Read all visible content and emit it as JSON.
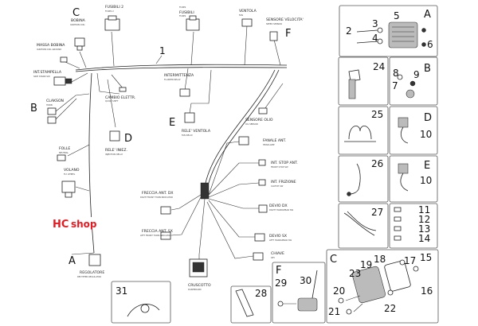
{
  "labels": {
    "bobina": "BOBINA",
    "bobina_sub": "IGNITION COIL",
    "fusibili2": "FUSIBILI 2",
    "fusibili2_sub": "FUSES 2",
    "fusibili": "FUSIBILI",
    "fusibili_sub": "FUSES",
    "ventola": "VENTOLA",
    "ventola_sub": "FAN",
    "sensore_velocita": "SENSORE VELOCITA'",
    "sensore_velocita_sub": "SPEED SENSOR",
    "massa_bobina": "MASSA BOBINA",
    "massa_bobina_sub": "IGNITION COIL GROUND",
    "int_stampella": "INT.STAMPELLA",
    "int_stampella_sub": "SIDE STAND SW",
    "clakson": "CLAKSON",
    "clakson_sub": "HORN",
    "cambio_elettr": "CAMBIO ELETTR.",
    "cambio_elettr_sub": "QUICK SHIFT",
    "intermittenza": "INTERMITTENZA",
    "intermittenza_sub": "FLASHER RELAY",
    "rele_ventola": "RELE' VENTOLA",
    "rele_ventola_sub": "FAN RELAY",
    "sensore_olio": "SENSORE OLIO",
    "sensore_olio_sub": "OIL SENSOR",
    "rele_iniez": "RELE' INIEZ.",
    "rele_iniez_sub": "INJECTION RELAY",
    "folle": "FOLLE",
    "folle_sub": "NEUTRAL",
    "fanale_ant": "FANALE ANT.",
    "fanale_ant_sub": "HEADLAMP",
    "int_stop_ant": "INT. STOP ANT.",
    "int_stop_ant_sub": "FRONT STOP SW",
    "volano": "VOLANO",
    "volano_sub": "FLY WHEEL",
    "int_frizione": "INT. FRIZIONE",
    "int_frizione_sub": "CLUTCH SW",
    "freccia_ant_dx": "FRECCIA ANT. DX",
    "freccia_ant_dx_sub": "RIGHT FRONT TURN INDICATOR",
    "devio_dx": "DEVIO DX",
    "devio_dx_sub": "RIGHT HANDLEBAR SW",
    "freccia_ant_sx": "FRECCIA ANT. SX",
    "freccia_ant_sx_sub": "LEFT FRONT TURN INDICATOR",
    "devio_sx": "DEVIO SX",
    "devio_sx_sub": "LEFT HANDLEBAR SW",
    "chiave": "CHIAVE",
    "chiave_sub": "KEY",
    "regolatore": "REGOLATORE",
    "regolatore_sub": "RECTIFIER REGULATOR",
    "cruscotto": "CRUSCOTTO",
    "cruscotto_sub": "DASHBOARD"
  },
  "letters": {
    "c_top": "C",
    "f_main": "F",
    "b_main": "B",
    "d_main": "D",
    "e_main": "E",
    "a_main": "A",
    "a_box": "A",
    "b_box": "B",
    "d_box": "D",
    "e_box": "E",
    "c_box": "C",
    "f_box": "F"
  },
  "numbers": {
    "n1": "1",
    "n2": "2",
    "n3": "3",
    "n4": "4",
    "n5": "5",
    "n6": "6",
    "n7": "7",
    "n8": "8",
    "n9": "9",
    "n10a": "10",
    "n10b": "10",
    "n11": "11",
    "n12": "12",
    "n13": "13",
    "n14": "14",
    "n15": "15",
    "n16": "16",
    "n17": "17",
    "n18": "18",
    "n19": "19",
    "n20": "20",
    "n21": "21",
    "n22": "22",
    "n23": "23",
    "n24": "24",
    "n25": "25",
    "n26": "26",
    "n27": "27",
    "n28": "28",
    "n29": "29",
    "n30": "30",
    "n31": "31"
  },
  "watermark": {
    "hc": "HC",
    "shop": "shop"
  },
  "colors": {
    "watermark_red": "#e21b22",
    "line": "#222222"
  }
}
